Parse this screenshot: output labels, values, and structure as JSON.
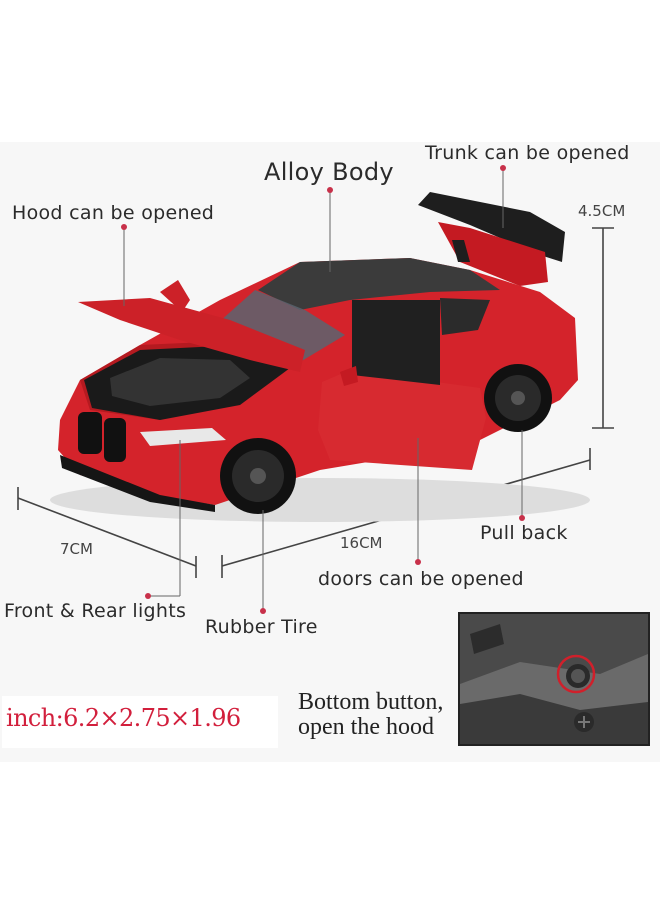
{
  "labels": {
    "alloy_body": "Alloy Body",
    "trunk": "Trunk can be opened",
    "hood": "Hood can be opened",
    "height_dim": "4.5CM",
    "width_dim": "7CM",
    "length_dim": "16CM",
    "pull_back": "Pull back",
    "doors": "doors can be opened",
    "lights": "Front & Rear lights",
    "tire": "Rubber Tire"
  },
  "inch_dims": "inch:6.2×2.75×1.96",
  "bottom_button": {
    "line1": "Bottom button,",
    "line2": "open the hood"
  },
  "colors": {
    "car_red": "#d4232b",
    "carbon_roof": "#3b3b3b",
    "pin_color": "#c8314a",
    "inch_text_color": "#d21f3c"
  }
}
